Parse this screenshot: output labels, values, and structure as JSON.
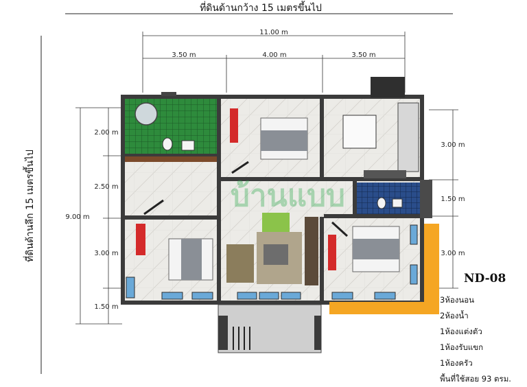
{
  "top_label": "ที่ดินด้านกว้าง 15 เมตรขึ้นไป",
  "side_label": "ที่ดินด้านลึก 15 เมตรขึ้นไป",
  "width_dims": {
    "total": "11.00 m",
    "left": "3.50 m",
    "middle": "4.00 m",
    "right": "3.50 m"
  },
  "left_dims": {
    "total": "9.00 m",
    "segments": [
      "2.00 m",
      "2.50 m",
      "3.00 m",
      "1.50 m"
    ]
  },
  "right_dims": [
    "3.00 m",
    "1.50 m",
    "3.00 m"
  ],
  "watermark_text": "บ้านแบบ",
  "model_code": "ND-08",
  "facts": [
    "3ห้องนอน",
    "2ห้องน้ำ",
    "1ห้องแต่งตัว",
    "1ห้องรับแขก",
    "1ห้องครัว",
    "พื้นที่ใช้สอย 93 ตรม."
  ],
  "colors": {
    "wall": "#3b3b3b",
    "floor": "#e9e9e6",
    "bath_tile": "#2e8b3c",
    "blue_tile": "#2a4d8a",
    "door_red": "#d42a2a",
    "deck": "#f5a623",
    "window": "#6aa9d8",
    "brick": "#b44a2a"
  }
}
